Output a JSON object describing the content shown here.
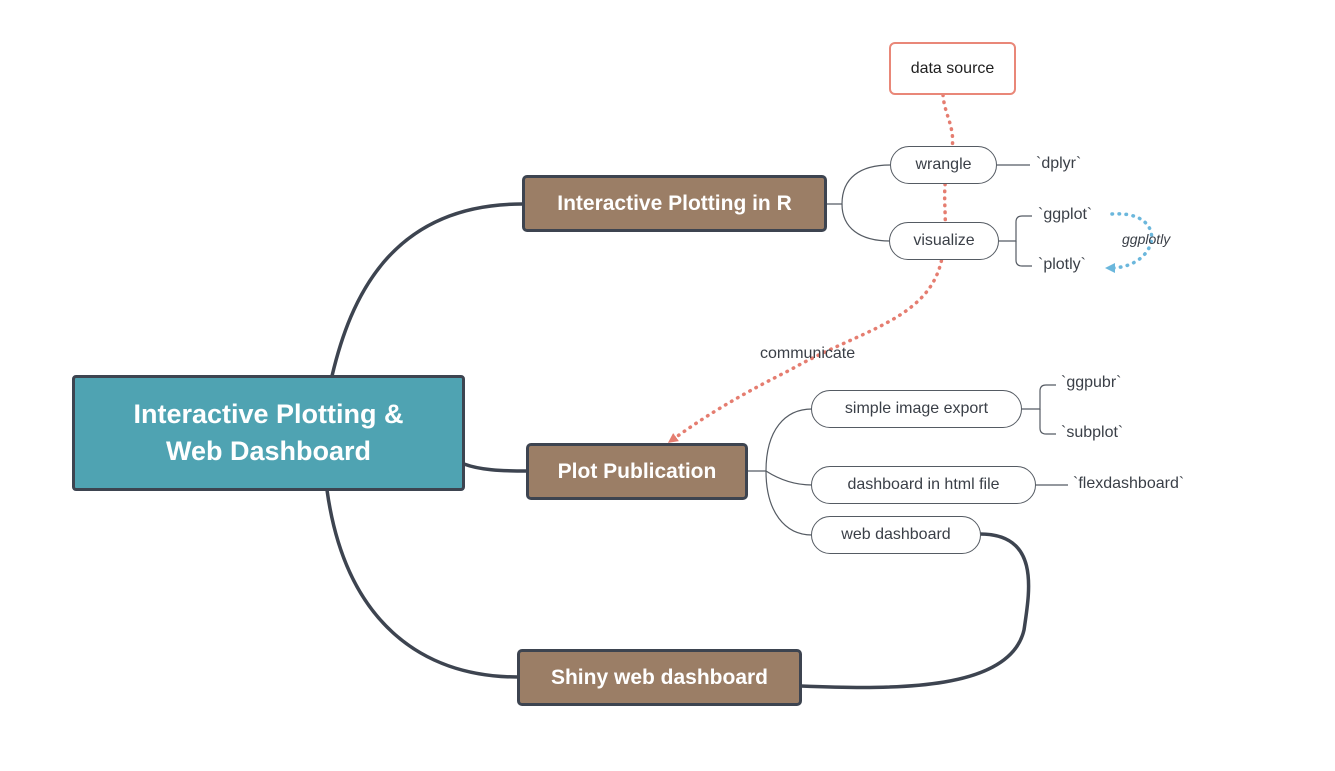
{
  "central": {
    "line1": "Interactive Plotting &",
    "line2": "Web Dashboard"
  },
  "topics": {
    "plotting": "Interactive Plotting in R",
    "publication": "Plot Publication",
    "shiny": "Shiny web dashboard"
  },
  "subtopics": {
    "wrangle": "wrangle",
    "visualize": "visualize",
    "simple_export": "simple image export",
    "html_dashboard": "dashboard in html file",
    "web_dashboard": "web dashboard"
  },
  "leaves": {
    "dplyr": "`dplyr`",
    "ggplot": "`ggplot`",
    "plotly": "`plotly`",
    "ggpubr": "`ggpubr`",
    "subplot": "`subplot`",
    "flexdashboard": "`flexdashboard`"
  },
  "floating": {
    "data_source": "data source"
  },
  "relations": {
    "communicate": "communicate",
    "ggplotly": "ggplotly"
  },
  "colors": {
    "central_fill": "#4fa3b2",
    "topic_fill": "#9b7e66",
    "border": "#3d4450",
    "relation_red": "#e57d70",
    "relation_blue": "#6bb7dc"
  }
}
